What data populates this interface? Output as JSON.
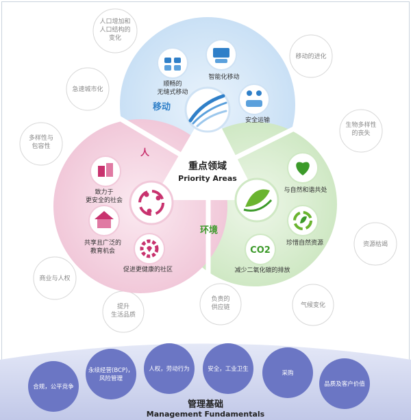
{
  "center": {
    "title_cn": "重点领域",
    "title_en": "Priority Areas"
  },
  "sectors": {
    "mobility": {
      "label": "移动",
      "color": "#2f7fc8",
      "fill": "#d5e7f7"
    },
    "people": {
      "label": "人",
      "color": "#c8326e",
      "fill": "#f7d9e6"
    },
    "environment": {
      "label": "环境",
      "color": "#3c9a2a",
      "fill": "#dff0d8"
    }
  },
  "items": {
    "seamless": "顺畅的\n无缝式移动",
    "smart": "智能化移动",
    "safe_transport": "安全运输",
    "safer_society": "致力于\n更安全的社会",
    "education": "共享且广泛的\n教育机会",
    "healthy": "促进更健康的社区",
    "nature_coexist": "与自然和谐共处",
    "resources": "珍惜自然资源",
    "co2": "减少二氧化碳的排放"
  },
  "co2_label": "CO2",
  "outer_topics": {
    "population": "人口增加和\n人口结构的\n变化",
    "urban": "急速城市化",
    "mobility_evo": "移动的进化",
    "diversity": "多样性与\n包容性",
    "biodiversity": "生物多样性\n的丧失",
    "resource_dep": "资源枯竭",
    "human_rights": "商业与人权",
    "life_quality": "提升\n生活品质",
    "supply_chain": "负责的\n供应链",
    "climate": "气候变化"
  },
  "fundamentals": {
    "title_cn": "管理基础",
    "title_en": "Management Fundamentals",
    "items": [
      "合规，公平竞争",
      "永续经营(BCP)，\n风险管理",
      "人权，劳动行为",
      "安全，工业卫生",
      "采购",
      "品质及客户价值"
    ],
    "circle_color": "#6b76c4",
    "band_color": "#c5cbe9"
  }
}
